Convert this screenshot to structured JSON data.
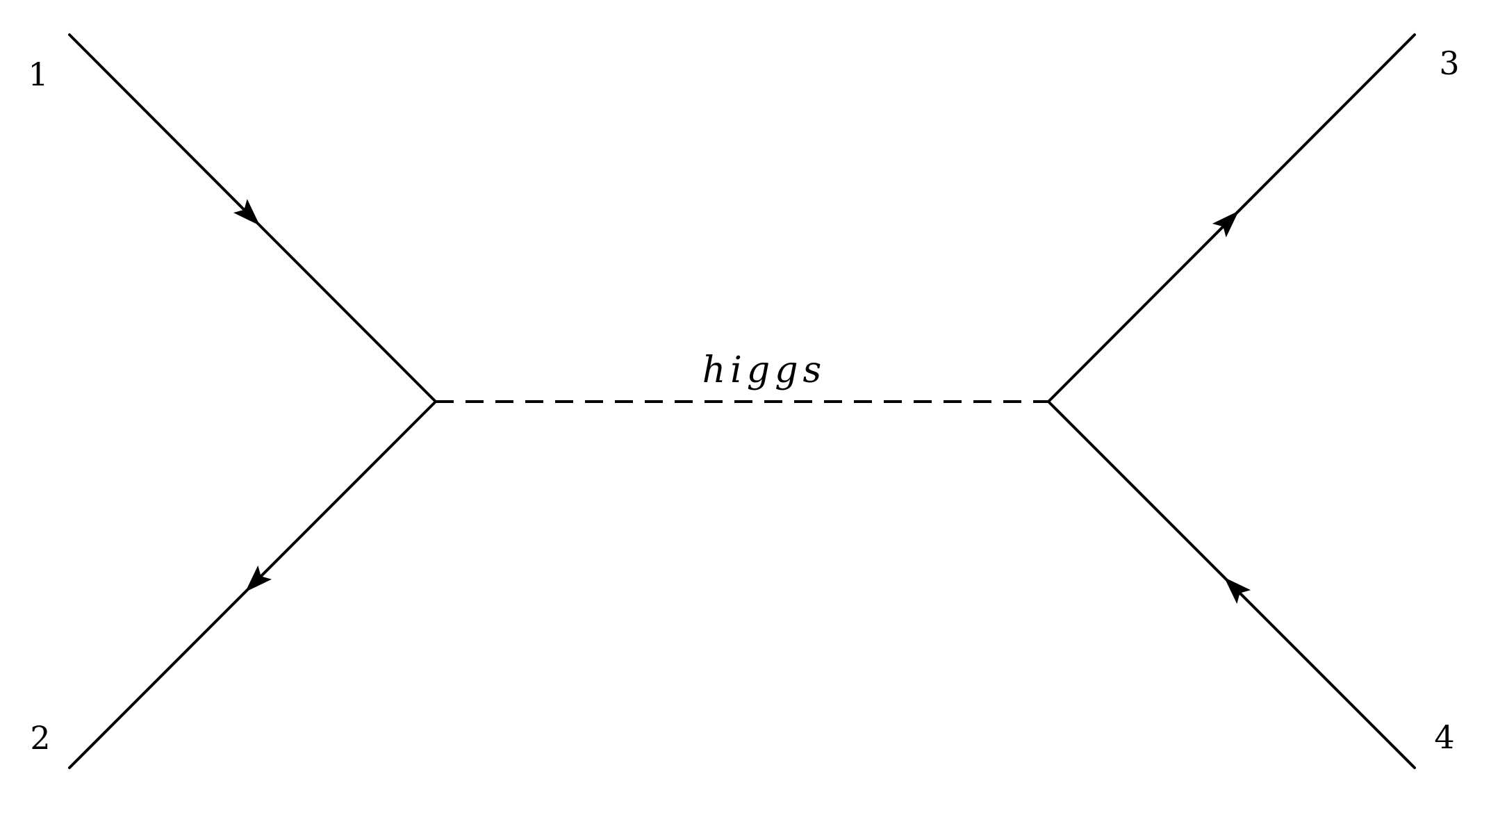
{
  "diagram": {
    "external_lines": [
      {
        "id": "1",
        "label": "1",
        "arrow": "toward-vertex"
      },
      {
        "id": "2",
        "label": "2",
        "arrow": "away-from-vertex"
      },
      {
        "id": "3",
        "label": "3",
        "arrow": "away-from-vertex"
      },
      {
        "id": "4",
        "label": "4",
        "arrow": "toward-vertex"
      }
    ],
    "propagator": {
      "label": "higgs",
      "style": "dashed"
    },
    "line_color": "#000000",
    "background": "#ffffff"
  }
}
